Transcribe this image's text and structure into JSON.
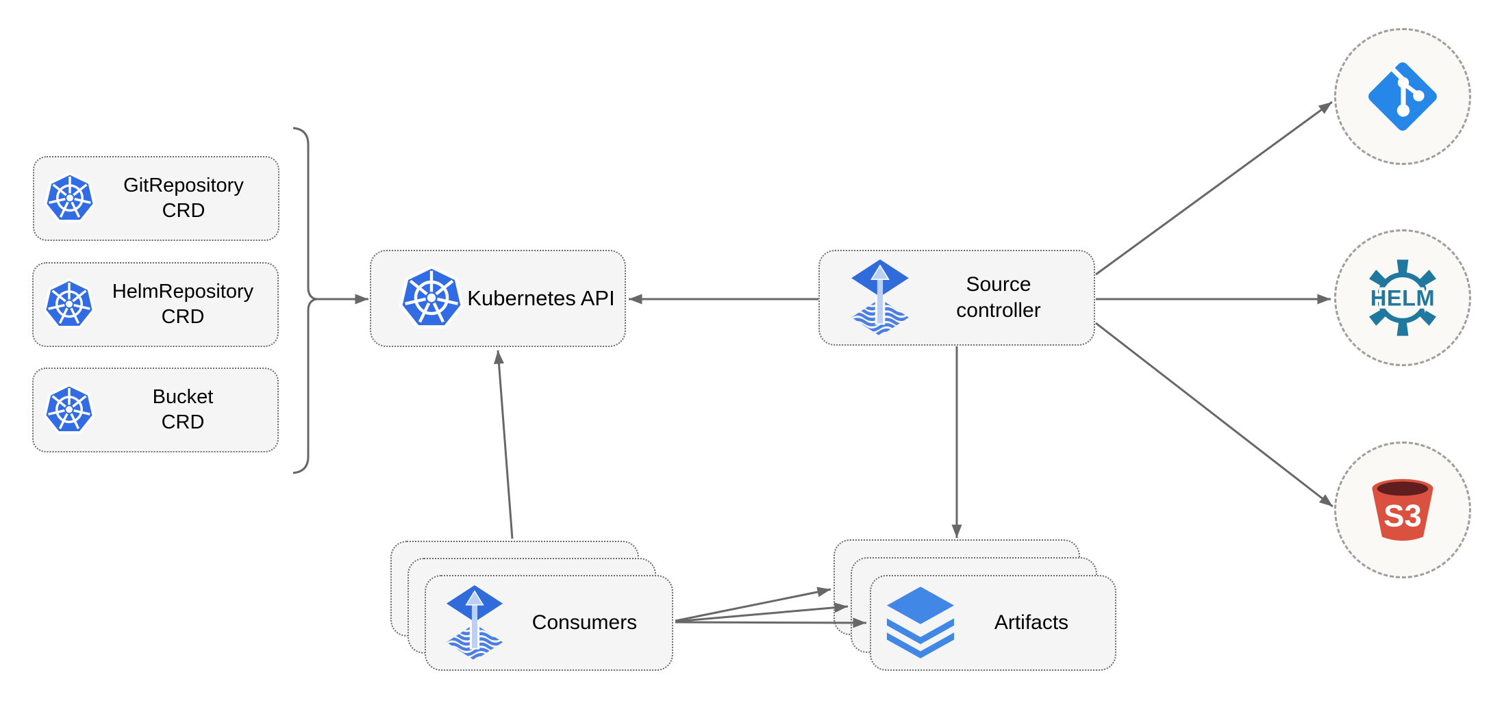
{
  "nodes": {
    "crd_boxes": [
      {
        "id": "gitrepository-crd",
        "line1": "GitRepository",
        "line2": "CRD"
      },
      {
        "id": "helmrepository-crd",
        "line1": "HelmRepository",
        "line2": "CRD"
      },
      {
        "id": "bucket-crd",
        "line1": "Bucket",
        "line2": "CRD"
      }
    ],
    "kubernetes_api": {
      "label": "Kubernetes API"
    },
    "source_controller": {
      "line1": "Source",
      "line2": "controller"
    },
    "consumers": {
      "label": "Consumers"
    },
    "artifacts": {
      "label": "Artifacts"
    }
  },
  "external_sources": {
    "git": {
      "icon": "git-icon"
    },
    "helm": {
      "icon": "helm-icon",
      "logo_text": "HELM"
    },
    "s3": {
      "icon": "s3-bucket-icon",
      "logo_text": "S3"
    }
  },
  "icons": {
    "kubernetes": "kubernetes-wheel-icon",
    "flux": "flux-arrow-diamond-icon",
    "layers": "layers-stack-icon"
  },
  "colors": {
    "node_fill": "#F5F5F5",
    "node_border": "#6B6B6B",
    "edge_gray": "#676767",
    "circle_border": "#9E9E9E",
    "circle_fill": "#FAF9F6",
    "kubernetes_blue": "#326CE5",
    "flux_blue": "#2F6BDB",
    "flux_light_blue": "#BCD0F5",
    "flux_wave_blue": "#4A7EE3",
    "layers_blue": "#4187E6",
    "git_blue": "#2787E8",
    "helm_teal": "#21789E",
    "s3_red": "#DB5140",
    "s3_dark_red": "#601E1E"
  }
}
